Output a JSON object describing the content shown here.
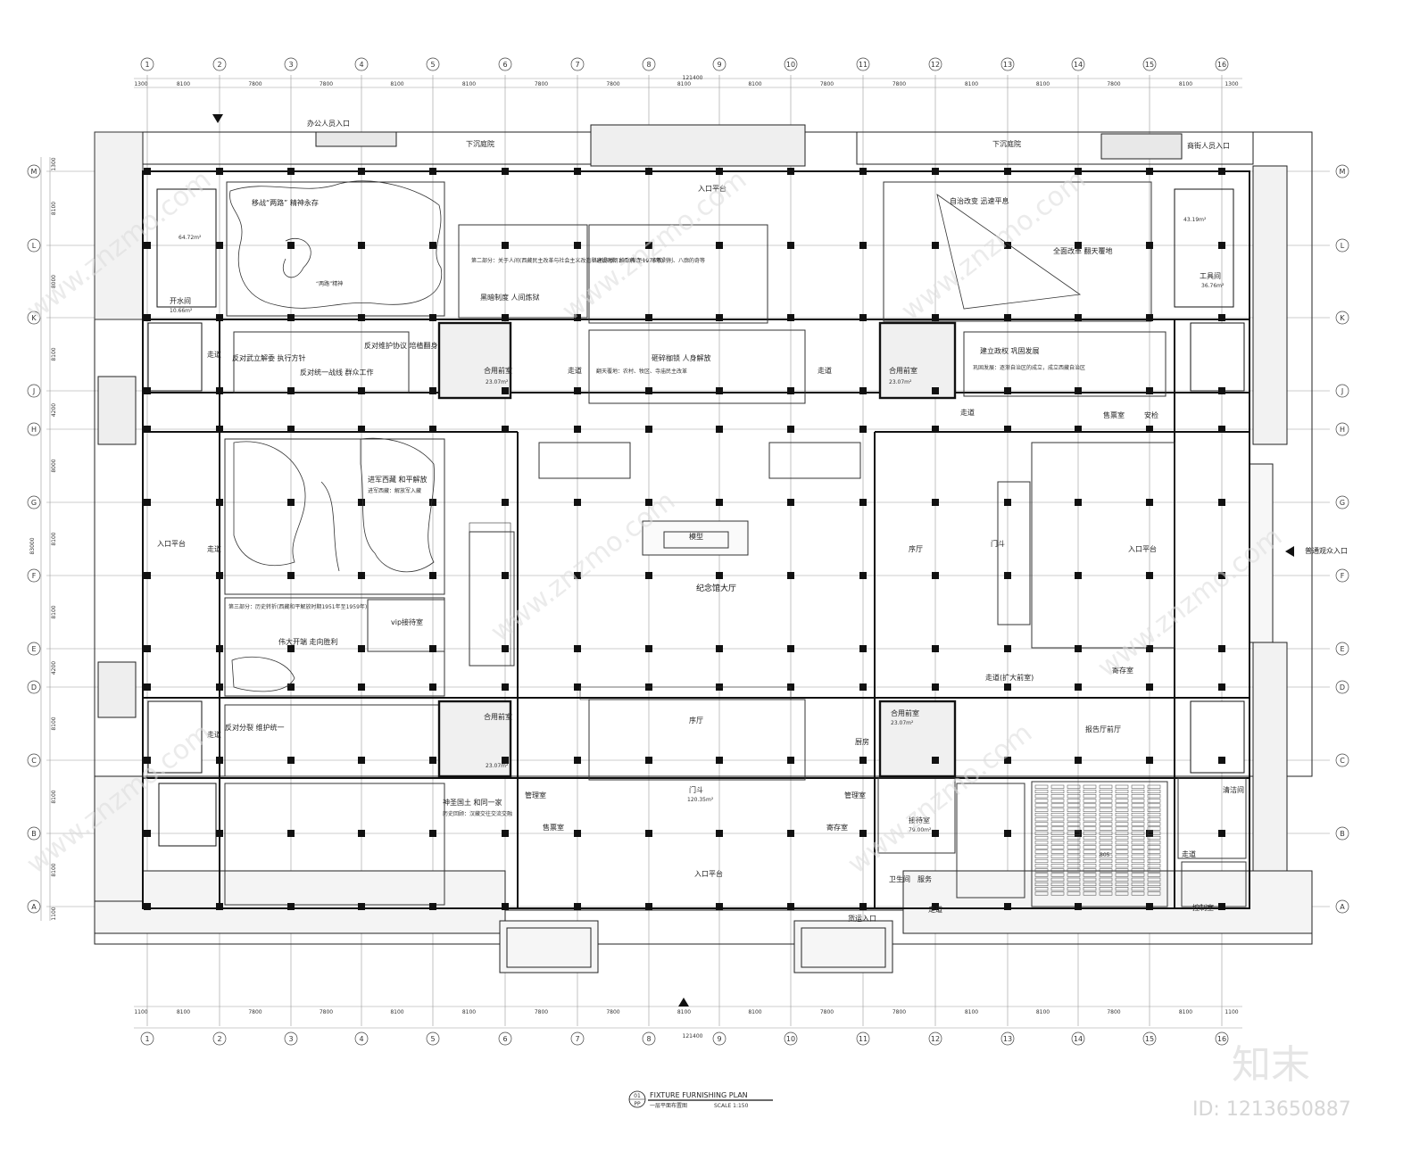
{
  "drawing": {
    "title_en": "FIXTURE FURNISHING PLAN",
    "title_cn": "一层平面布置图",
    "scale": "SCALE 1:150",
    "sheet_top": "01",
    "sheet_bottom": "PP"
  },
  "dimensions": {
    "overall": "121400",
    "top_segments": [
      "1300",
      "8100",
      "7800",
      "7800",
      "8100",
      "8100",
      "7800",
      "7800",
      "8100",
      "8100",
      "7800",
      "7800",
      "8100",
      "8100",
      "7800",
      "8100",
      "1300"
    ],
    "bottom_segments": [
      "1100",
      "8100",
      "7800",
      "7800",
      "8100",
      "8100",
      "7800",
      "7800",
      "8100",
      "8100",
      "7800",
      "7800",
      "8100",
      "8100",
      "7800",
      "8100",
      "1100"
    ],
    "left_segments": [
      "1300",
      "8100",
      "8000",
      "8100",
      "4200",
      "8000",
      "8100",
      "8100",
      "4200",
      "8100",
      "8100",
      "8100",
      "1100"
    ],
    "left_overall": "83000"
  },
  "axes": {
    "columns": [
      "1",
      "2",
      "3",
      "4",
      "5",
      "6",
      "7",
      "8",
      "9",
      "10",
      "11",
      "12",
      "13",
      "14",
      "15",
      "16"
    ],
    "rows": [
      "M",
      "L",
      "K",
      "J",
      "H",
      "G",
      "F",
      "E",
      "D",
      "C",
      "B",
      "A"
    ]
  },
  "rooms": {
    "office_entry": "办公人员入口",
    "sunken_court_left": "下沉庭院",
    "sunken_court_right": "下沉庭院",
    "shop_entry": "商街人员入口",
    "public_entry": "普通观众入口",
    "entrance_platform_top": "入口平台",
    "entrance_platform_left": "入口平台",
    "entrance_platform_right": "入口平台",
    "entrance_platform_bottom": "入口平台",
    "hall": "纪念馆大厅",
    "model": "模型",
    "foyer_right": "序厅",
    "foyer_center": "序厅",
    "gate_right": "门斗",
    "gate_bottom": "门斗",
    "gate_bottom_area": "120.35m²",
    "corridor": "走道",
    "corridor_expand": "走道(扩大前室)",
    "water_room": "开水间",
    "water_room_area": "10.66m²",
    "left_top_room_area": "64.72m²",
    "tool_room": "工具间",
    "tool_room_area": "36.76m²",
    "right_top_room_area": "43.19m²",
    "toilet_shared": "合用前室",
    "toilet_area_1": "23.07m²",
    "toilet_area_2": "23.07m²",
    "toilet_area_3": "23.07m²",
    "toilet_area_4": "23.07m²",
    "vip": "vip接待室",
    "reception": "接待室",
    "reception_area": "79.00m²",
    "storage": "寄存室",
    "storage_right": "寄存室",
    "management_left": "管理室",
    "management_right": "管理室",
    "ticket_left": "售票室",
    "ticket_right": "售票室",
    "security": "安检",
    "kitchen": "厨房",
    "sanitary": "卫生间",
    "service": "服务",
    "lecture": "报告厅前厅",
    "auditorium_seats": "805",
    "cleaning": "清洁间",
    "control": "控制室",
    "cargo_entry": "货运入口"
  },
  "exhibits": {
    "e1_title": "移战“两路” 精神永存",
    "e1_sub": "“两路”精神",
    "e2_title": "反对分裂 维护统一",
    "e3_title": "反对维护协议 培植翻身",
    "e3_sub": "反对统一战线 群众工作",
    "e3_left": "反对武立解委 执行方针",
    "e4_title": "第二部分：关于人间(西藏民主改革与社会主义改造和建设时期1959年至1976年)",
    "e4_sub": "黑暗制度 人间炼狱",
    "e5_title": "人间炼狱：拍政教合一、宗教剥削、八廓的奇等",
    "e6_title": "砸碎枷锁 人身解放",
    "e6_sub": "翻天覆地：农村、牧区、寺庙民主改革",
    "e7_title": "建立政权 巩固发展",
    "e7_sub": "巩固发展：逐渐自治区的成立，成立西藏自治区",
    "e8_title": "自治改变 迅速平息",
    "e9_title": "全面改革 翻天覆地",
    "e10_title": "进军西藏 和平解放",
    "e10_sub": "进军西藏：解放军入藏",
    "e11_title": "伟大开端 走向胜利",
    "e11_sub": "第三部分：历史转折(西藏和平解放时期1951年至1959年)",
    "e12_title": "神圣国土 和同一家",
    "e12_sub": "历史回顾：汉藏交往交流交融"
  },
  "watermark": {
    "site": "www.znzmo.com",
    "brand": "知末",
    "id": "ID: 1213650887"
  }
}
